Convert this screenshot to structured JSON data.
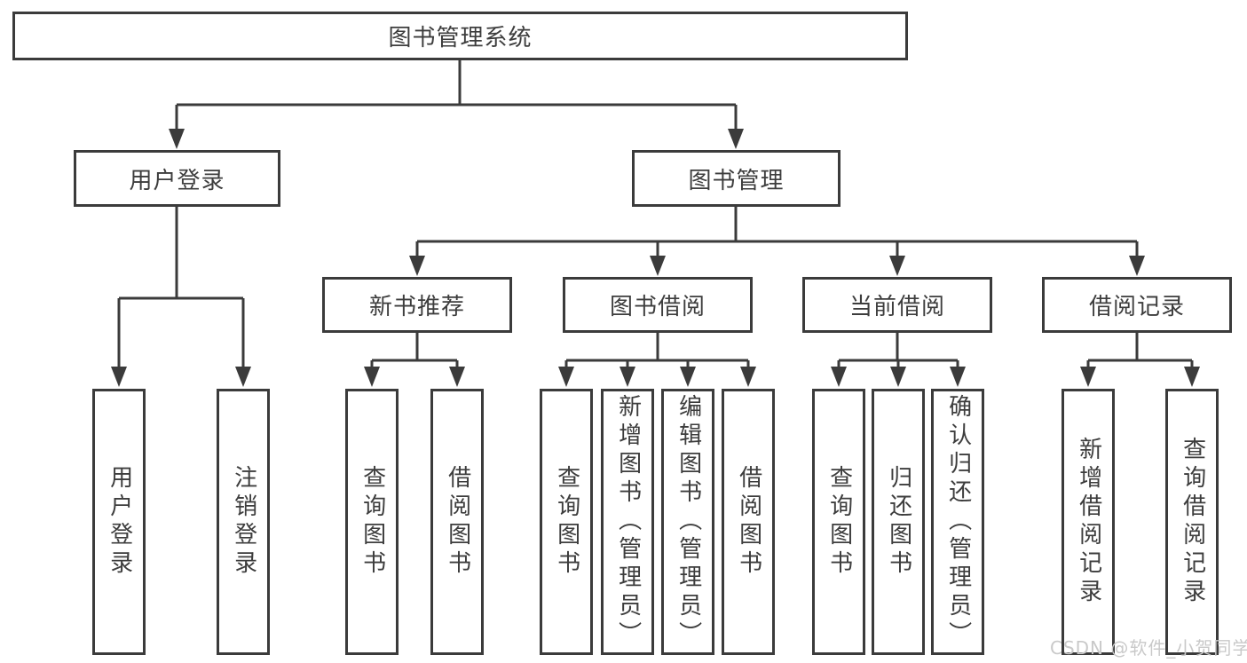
{
  "colors": {
    "line": "#3b3b3b",
    "text": "#3d3d3d",
    "box_bg": "#ffffff",
    "watermark": "#c9c9c9",
    "background": "#ffffff"
  },
  "watermark": {
    "text": "CSDN @软件_小贺同学"
  },
  "tree": {
    "label": "图书管理系统",
    "children": [
      {
        "label": "用户登录",
        "children": [
          {
            "label": "用户登录"
          },
          {
            "label": "注销登录"
          }
        ]
      },
      {
        "label": "图书管理",
        "children": [
          {
            "label": "新书推荐",
            "children": [
              {
                "label": "查询图书"
              },
              {
                "label": "借阅图书"
              }
            ]
          },
          {
            "label": "图书借阅",
            "children": [
              {
                "label": "查询图书"
              },
              {
                "label": "新增图书（管理员）"
              },
              {
                "label": "编辑图书（管理员）"
              },
              {
                "label": "借阅图书"
              }
            ]
          },
          {
            "label": "当前借阅",
            "children": [
              {
                "label": "查询图书"
              },
              {
                "label": "归还图书"
              },
              {
                "label": "确认归还（管理员）"
              }
            ]
          },
          {
            "label": "借阅记录",
            "children": [
              {
                "label": "新增借阅记录"
              },
              {
                "label": "查询借阅记录"
              }
            ]
          }
        ]
      }
    ]
  }
}
